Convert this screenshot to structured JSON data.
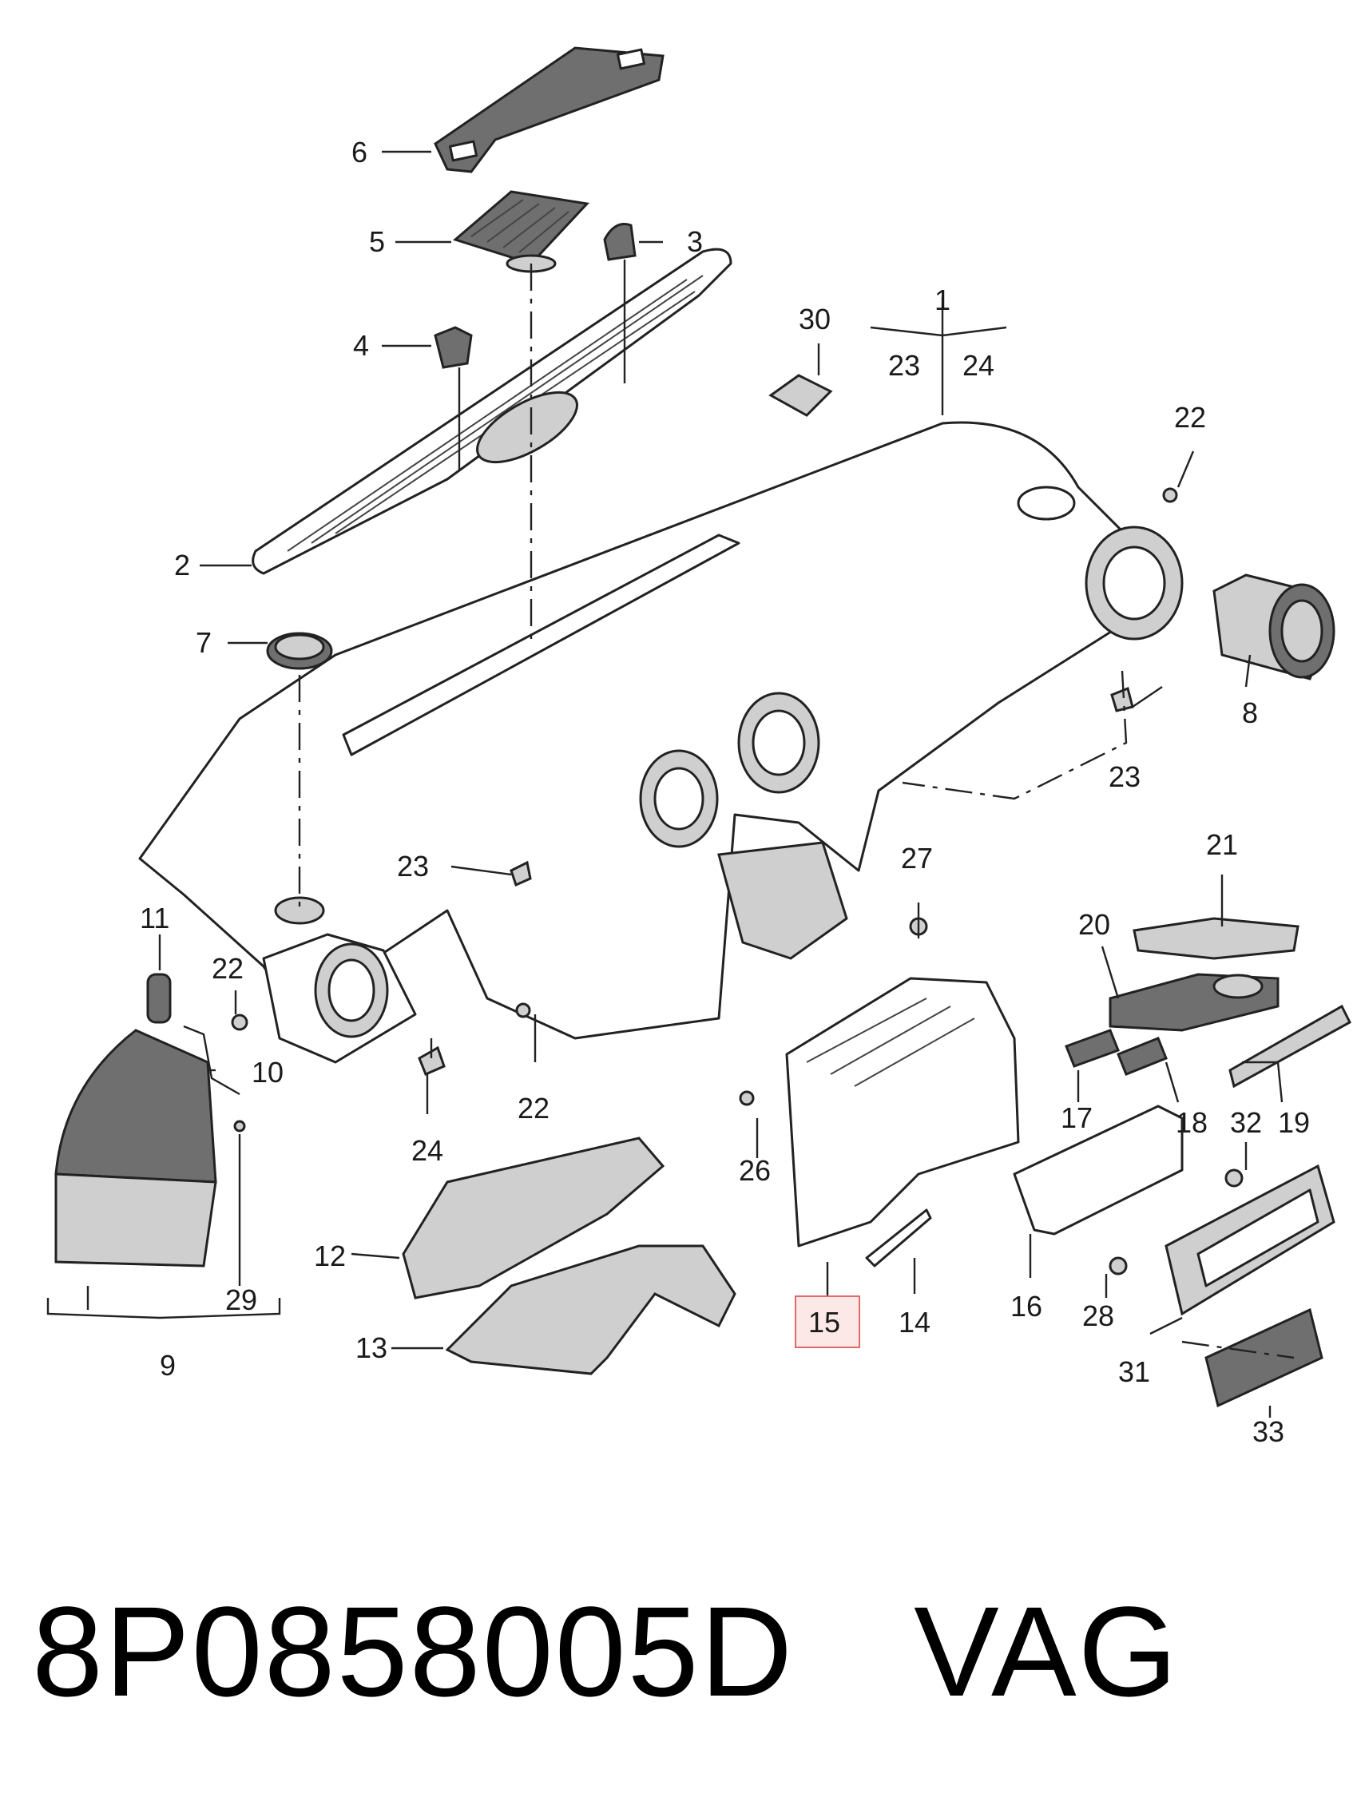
{
  "callouts": {
    "c1": "1",
    "c2": "2",
    "c3": "3",
    "c4": "4",
    "c5": "5",
    "c6": "6",
    "c7": "7",
    "c8": "8",
    "c9": "9",
    "c10": "10",
    "c11": "11",
    "c12": "12",
    "c13": "13",
    "c14": "14",
    "c15": "15",
    "c16": "16",
    "c17": "17",
    "c18": "18",
    "c19": "19",
    "c20": "20",
    "c21": "21",
    "c22": "22",
    "c23": "23",
    "c24": "24",
    "c26": "26",
    "c27": "27",
    "c28": "28",
    "c29": "29",
    "c30": "30",
    "c31": "31",
    "c32": "32",
    "c33": "33"
  },
  "highlighted_callout": "15",
  "footer": {
    "part_number": "8P0858005D",
    "brand": "VAG"
  },
  "colors": {
    "highlight_border": "#e06a6a",
    "highlight_fill": "#fde8e8",
    "line": "#222222"
  }
}
